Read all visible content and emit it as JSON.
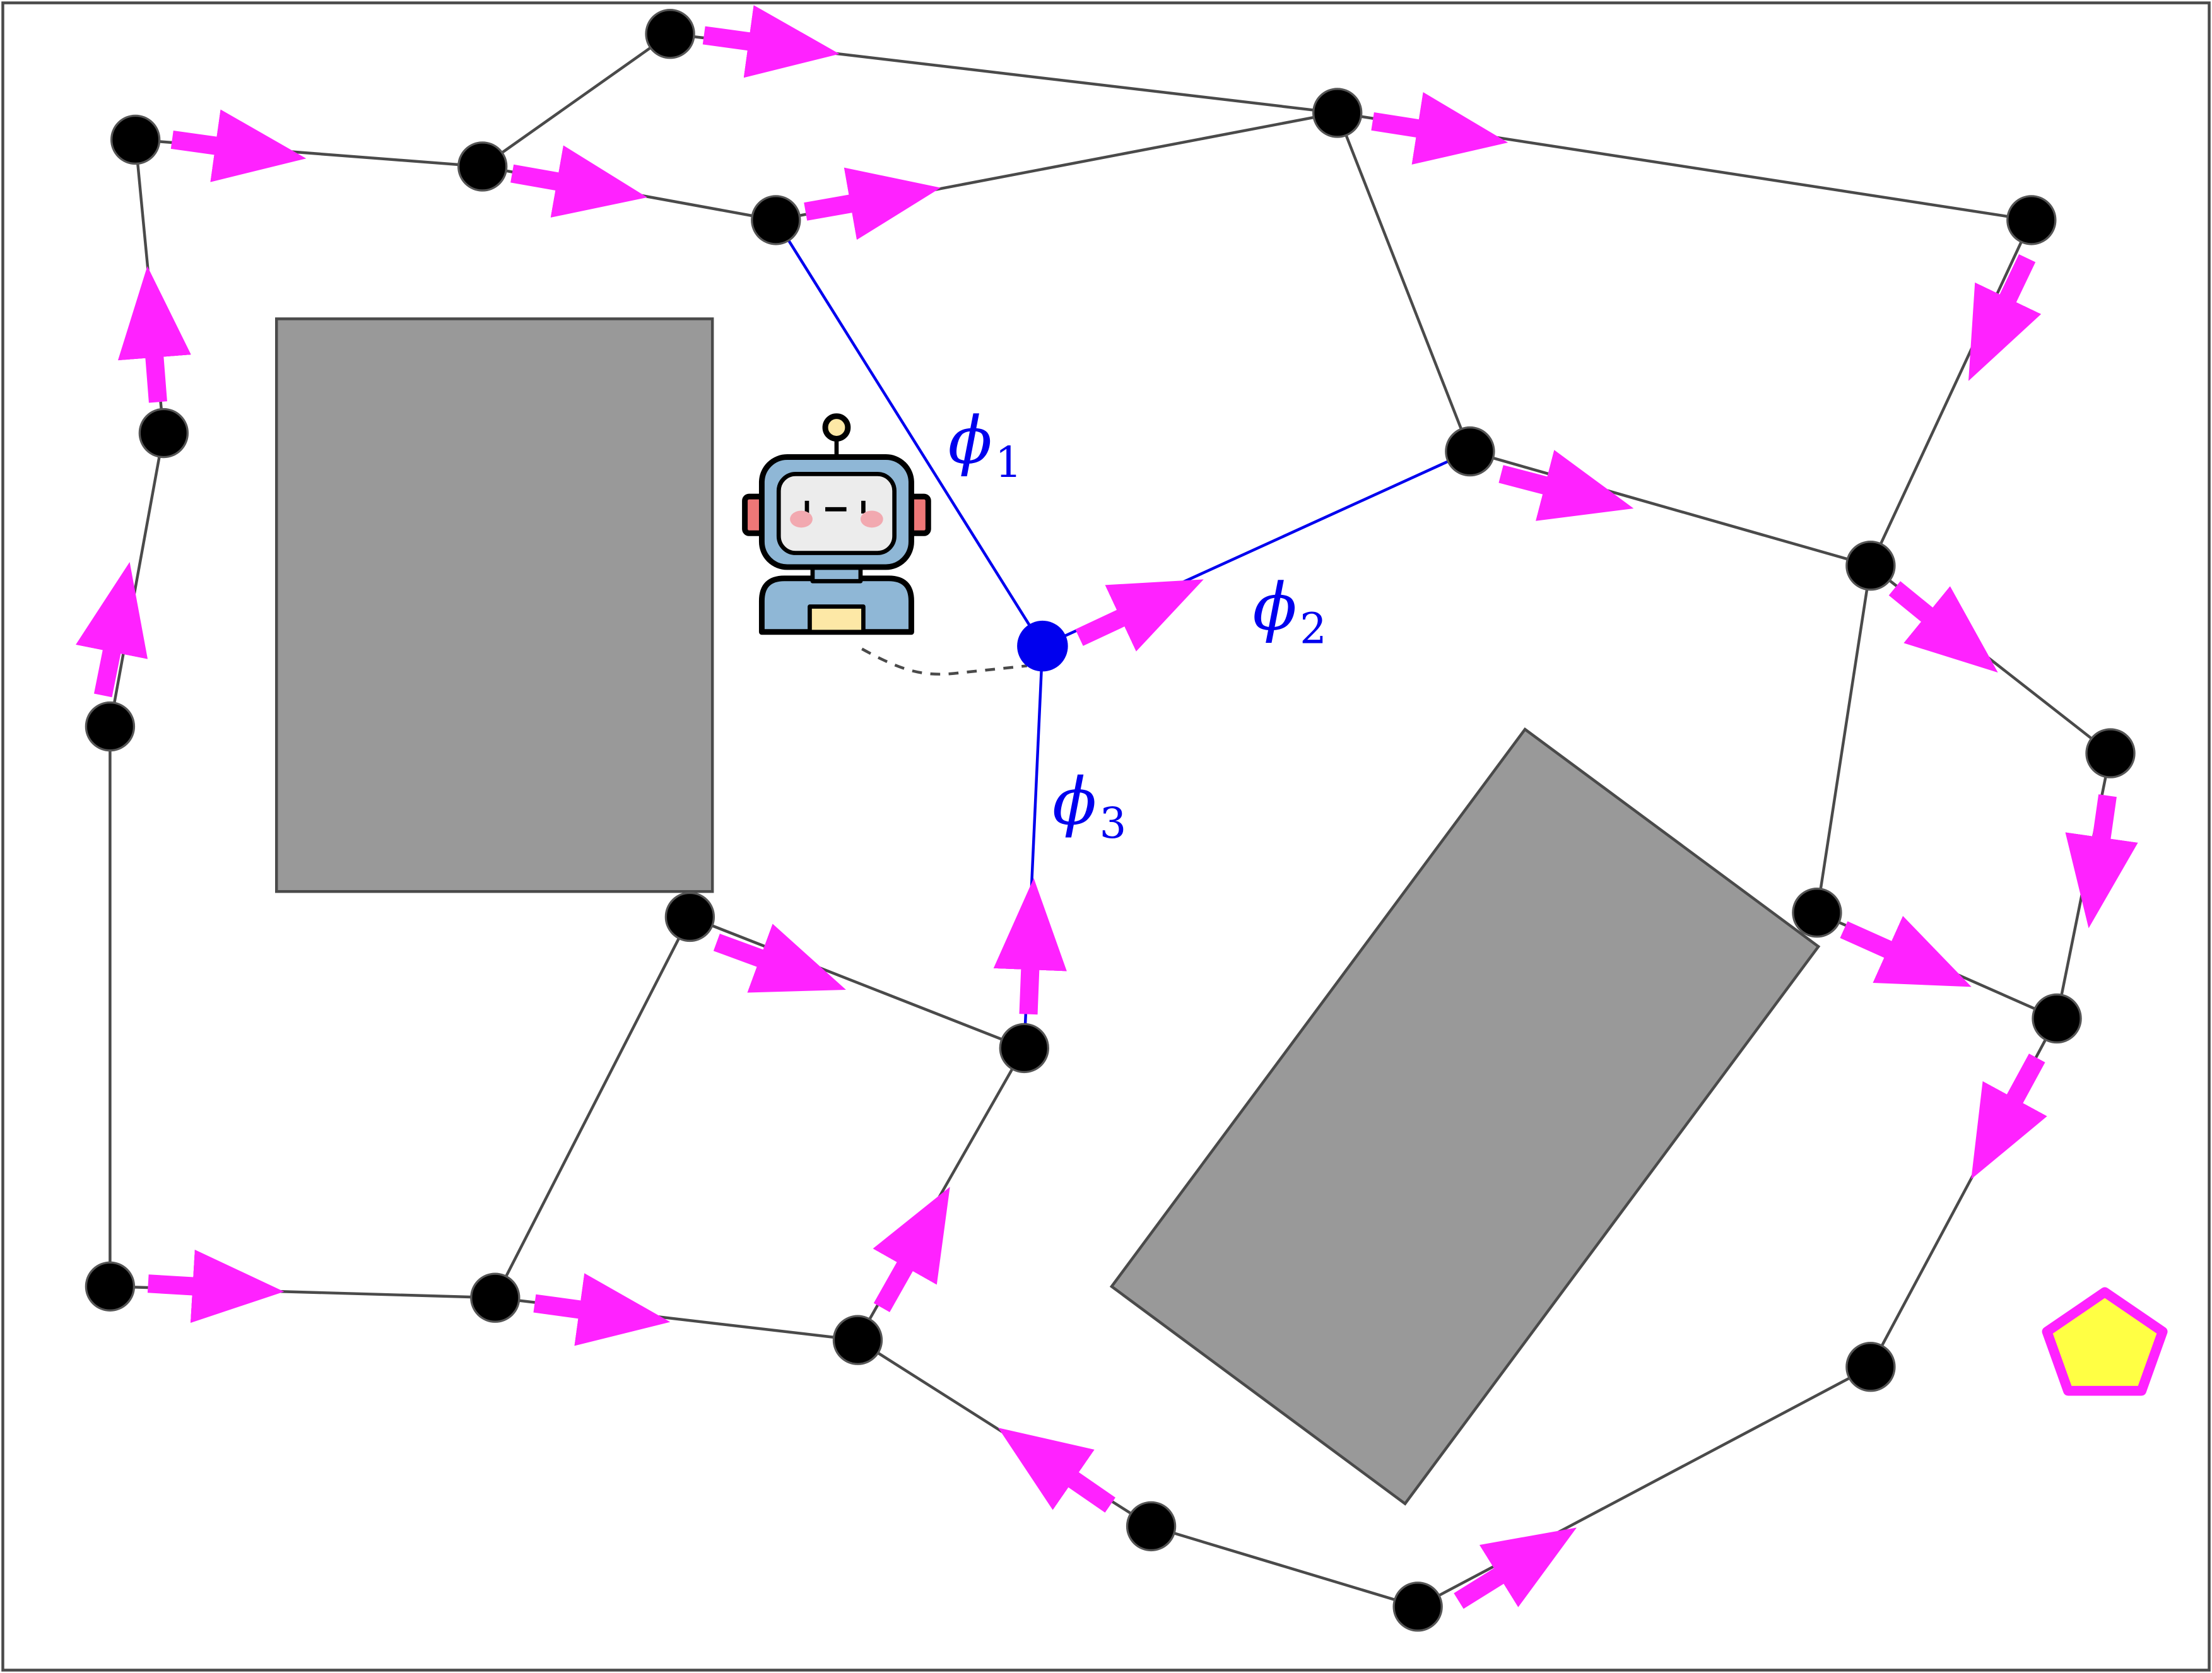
{
  "colors": {
    "edge": "#4a4a4a",
    "active_edge": "#0000ee",
    "node": "#000000",
    "active_node": "#0000ee",
    "flow_arrow": "#ff22ff",
    "obstacle": "#999999",
    "goal_fill": "#ffff44",
    "goal_stroke": "#ff22ff"
  },
  "labels": {
    "phi1": {
      "symbol": "ϕ",
      "sub": "1"
    },
    "phi2": {
      "symbol": "ϕ",
      "sub": "2"
    },
    "phi3": {
      "symbol": "ϕ",
      "sub": "3"
    }
  },
  "icons": {
    "robot": "robot-icon",
    "goal": "pentagon-goal-icon"
  }
}
